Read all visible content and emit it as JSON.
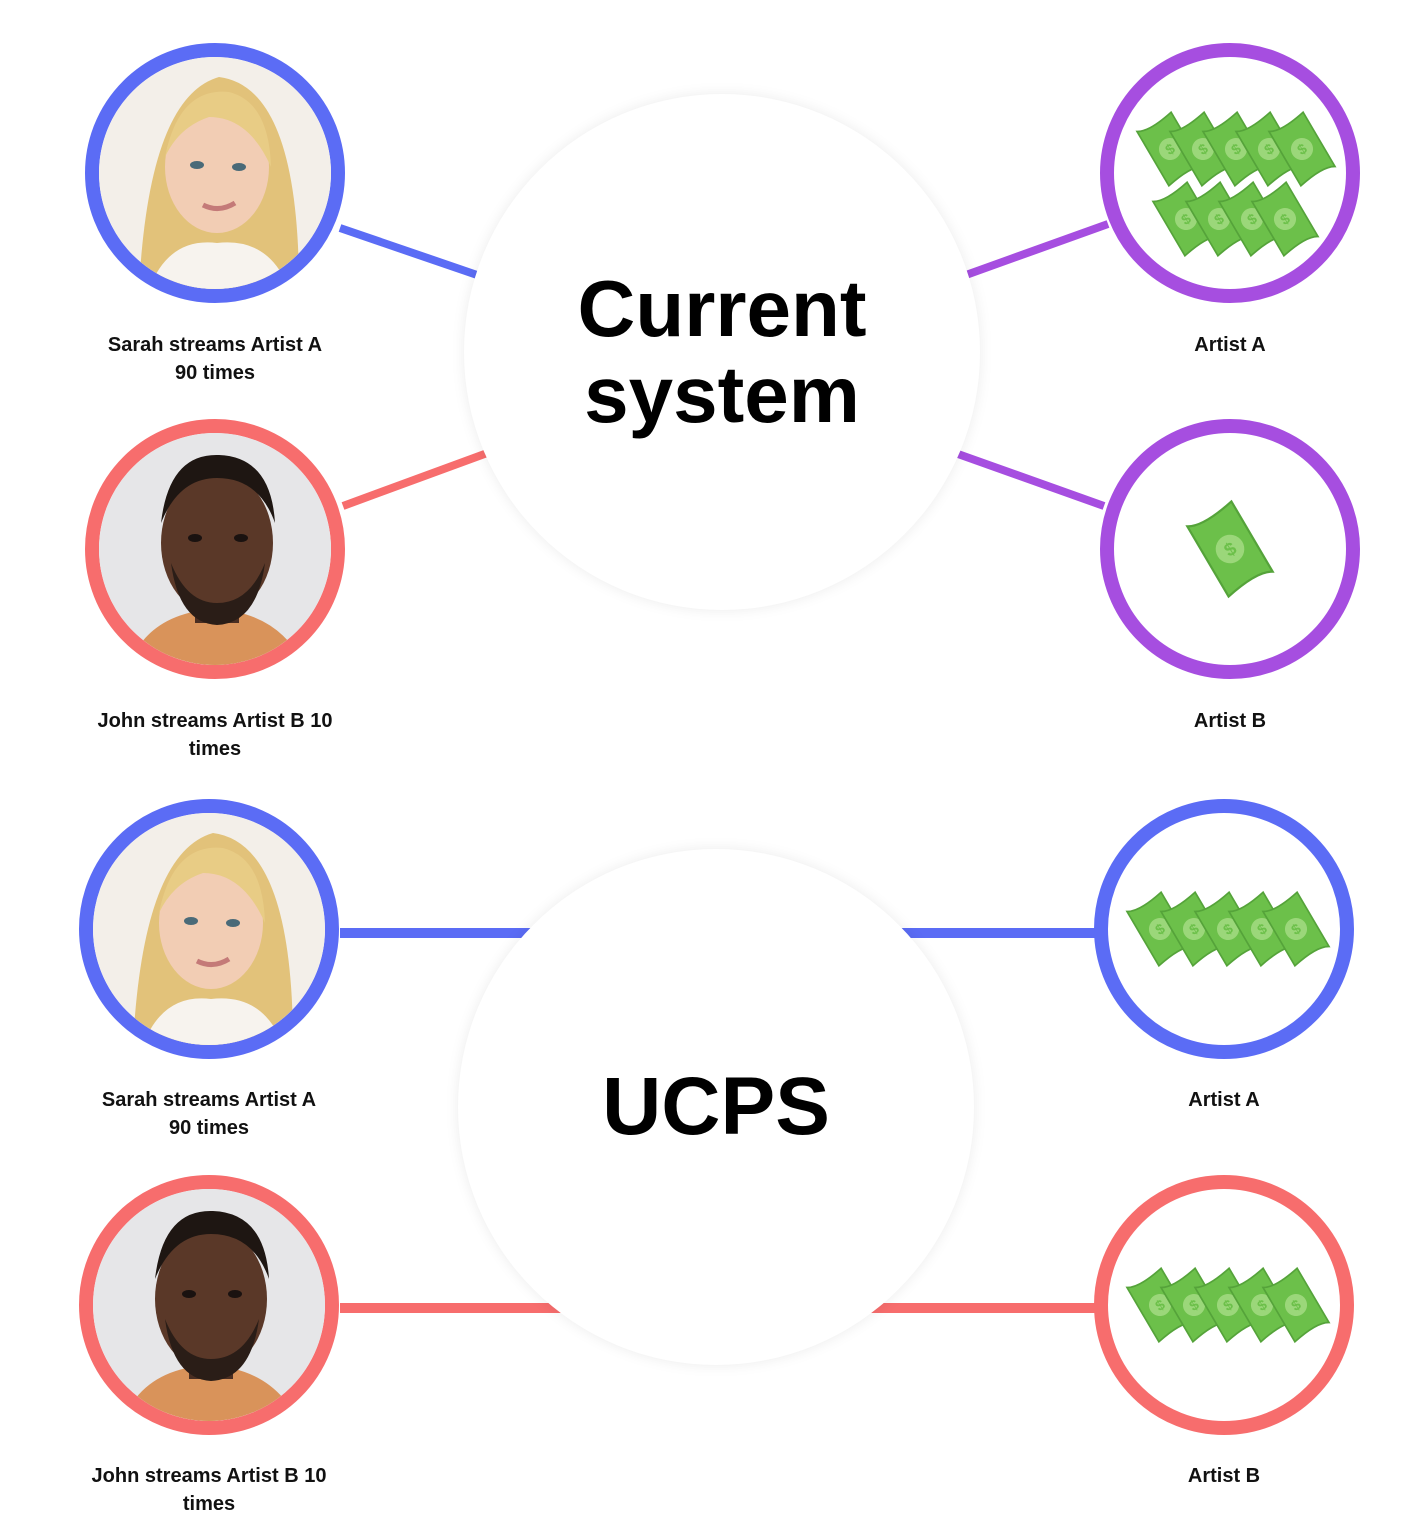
{
  "colors": {
    "blue": "#5b6cf5",
    "purple": "#a64ee0",
    "coral": "#f76d6d",
    "money": "#6cc04a"
  },
  "sections": [
    {
      "title_line1": "Current",
      "title_line2": "system",
      "listeners": [
        {
          "label_line1": "Sarah streams Artist A",
          "label_line2": "90 times",
          "person": "woman-blonde",
          "ring": "blue"
        },
        {
          "label_line1": "John streams Artist B 10",
          "label_line2": "times",
          "person": "man-beard",
          "ring": "coral"
        }
      ],
      "artists": [
        {
          "label": "Artist A",
          "bills": 9,
          "ring": "purple"
        },
        {
          "label": "Artist B",
          "bills": 1,
          "ring": "purple"
        }
      ]
    },
    {
      "title_line1": "UCPS",
      "listeners": [
        {
          "label_line1": "Sarah streams Artist A",
          "label_line2": "90 times",
          "person": "woman-blonde",
          "ring": "blue"
        },
        {
          "label_line1": "John streams Artist B 10",
          "label_line2": "times",
          "person": "man-beard",
          "ring": "coral"
        }
      ],
      "artists": [
        {
          "label": "Artist A",
          "bills": 5,
          "ring": "blue"
        },
        {
          "label": "Artist B",
          "bills": 5,
          "ring": "coral"
        }
      ]
    }
  ]
}
